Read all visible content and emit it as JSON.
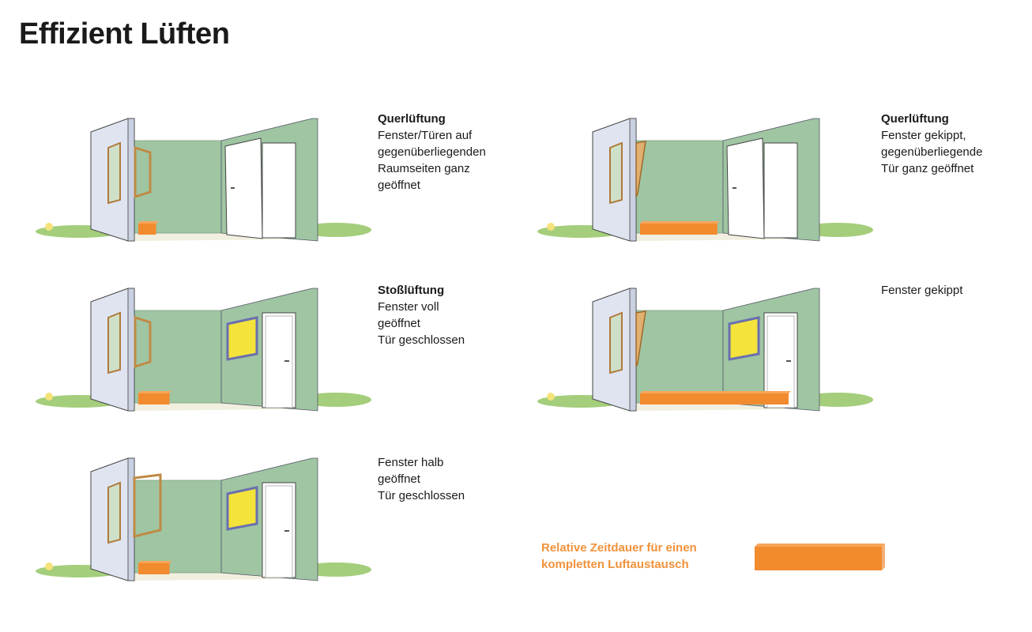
{
  "title": "Effizient Lüften",
  "colors": {
    "wall": "#9fc5a2",
    "accent": "#f28a2e",
    "legend_text": "#f0923a",
    "grass": "#8dc25a"
  },
  "scenes": [
    {
      "heading": "Querlüftung",
      "lines": [
        "Fenster/Türen auf",
        "gegenüberliegenden",
        "Raumseiten ganz",
        "geöffnet"
      ],
      "window": "open",
      "door": "open",
      "picture": false,
      "relative_duration": 0.12
    },
    {
      "heading": "Querlüftung",
      "lines": [
        "Fenster gekippt,",
        "gegenüberliegende",
        "Tür ganz geöffnet"
      ],
      "window": "tilted",
      "door": "open",
      "picture": false,
      "relative_duration": 0.52
    },
    {
      "heading": "Stoßlüftung",
      "lines": [
        "Fenster voll",
        "geöffnet",
        "Tür geschlossen"
      ],
      "window": "open",
      "door": "closed",
      "picture": true,
      "relative_duration": 0.21
    },
    {
      "heading": "",
      "lines": [
        "Fenster gekippt"
      ],
      "window": "tilted",
      "door": "closed",
      "picture": true,
      "relative_duration": 1.0
    },
    {
      "heading": "",
      "lines": [
        "Fenster halb",
        "geöffnet",
        "Tür geschlossen"
      ],
      "window": "half",
      "door": "closed",
      "picture": true,
      "relative_duration": 0.21
    }
  ],
  "legend": {
    "lines": [
      "Relative Zeitdauer für einen",
      "kompletten Luftaustausch"
    ]
  }
}
